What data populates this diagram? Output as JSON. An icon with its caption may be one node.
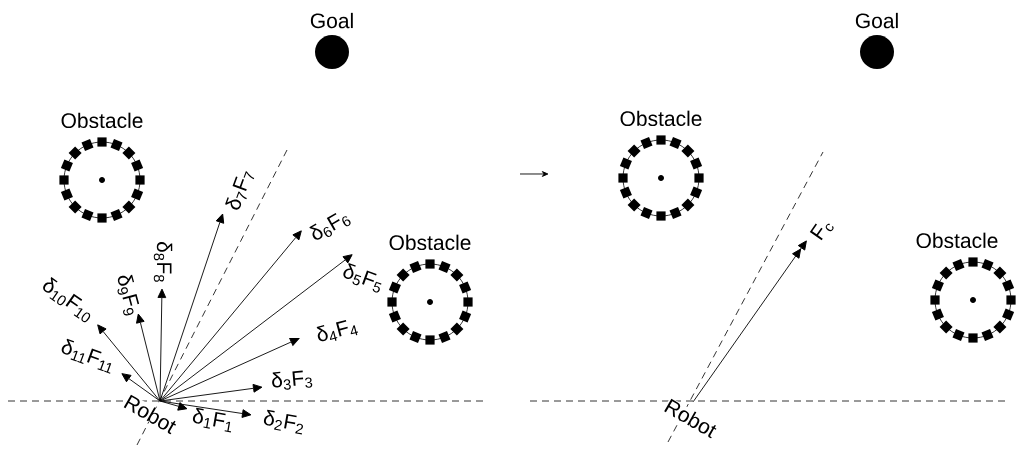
{
  "diagram": {
    "nodes": [
      {
        "text": [
          "Goal"
        ]
      },
      {
        "text": [
          "Obstacle"
        ]
      },
      {
        "text": [
          "Obstacle"
        ]
      },
      {
        "text": [
          "Robot"
        ]
      },
      {
        "text": [
          "Goal"
        ]
      },
      {
        "text": [
          "Obstacle"
        ]
      },
      {
        "text": [
          "Obstacle"
        ]
      },
      {
        "text": [
          "Robot"
        ]
      }
    ],
    "edges": [
      {
        "from": 3,
        "to": null,
        "arrow": "to",
        "label": "δ$_{1}$F$_{1}$"
      },
      {
        "from": 3,
        "to": null,
        "arrow": "to",
        "label": "δ$_{2}$F$_{2}$"
      },
      {
        "from": 3,
        "to": null,
        "arrow": "to",
        "label": "δ$_{3}$F$_{3}$"
      },
      {
        "from": 3,
        "to": null,
        "arrow": "to",
        "label": "δ$_{4}$F$_{4}$"
      },
      {
        "from": 3,
        "to": null,
        "arrow": "to",
        "label": "δ$_{5}$F$_{5}$"
      },
      {
        "from": 3,
        "to": null,
        "arrow": "to",
        "label": "δ$_{6}$F$_{6}$"
      },
      {
        "from": 3,
        "to": null,
        "arrow": "to",
        "label": "δ$_{7}$F$_{7}$"
      },
      {
        "from": 3,
        "to": null,
        "arrow": "to",
        "label": "δ$_{8}$F$_{8}$"
      },
      {
        "from": 3,
        "to": null,
        "arrow": "to",
        "label": "δ$_{9}$F$_{9}$"
      },
      {
        "from": 3,
        "to": null,
        "arrow": "to",
        "label": "δ$_{10}$F$_{10}$"
      },
      {
        "from": 3,
        "to": null,
        "arrow": "to",
        "label": "δ$_{11}$F$_{11}$"
      },
      {
        "from": 7,
        "to": null,
        "arrow": "to",
        "label": "F$_{c}$"
      }
    ]
  }
}
